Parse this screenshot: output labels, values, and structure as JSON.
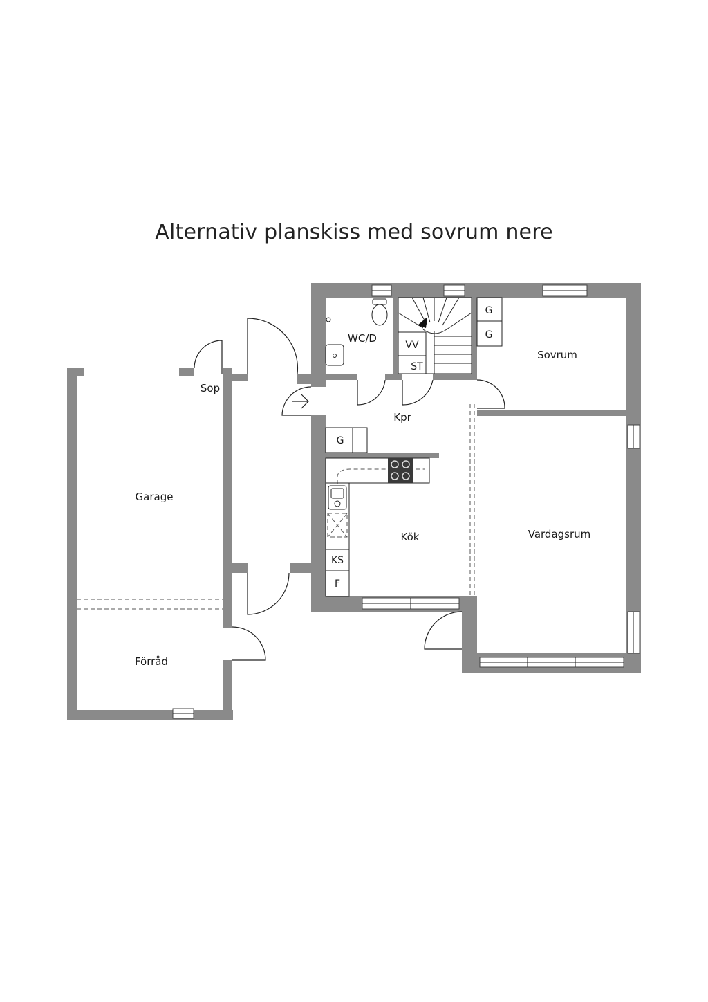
{
  "title": "Alternativ planskiss med sovrum nere",
  "rooms": {
    "garage": "Garage",
    "forrad": "Förråd",
    "sop": "Sop",
    "wc": "WC/D",
    "vv": "VV",
    "st": "ST",
    "kpr": "Kpr",
    "sovrum": "Sovrum",
    "kok": "Kök",
    "vardagsrum": "Vardagsrum"
  },
  "fixtures": {
    "g_sovrum_1": "G",
    "g_sovrum_2": "G",
    "g_kpr": "G",
    "ks": "KS",
    "f": "F"
  },
  "colors": {
    "wall": "#8a8a8a",
    "stove": "#3a3a3a"
  }
}
